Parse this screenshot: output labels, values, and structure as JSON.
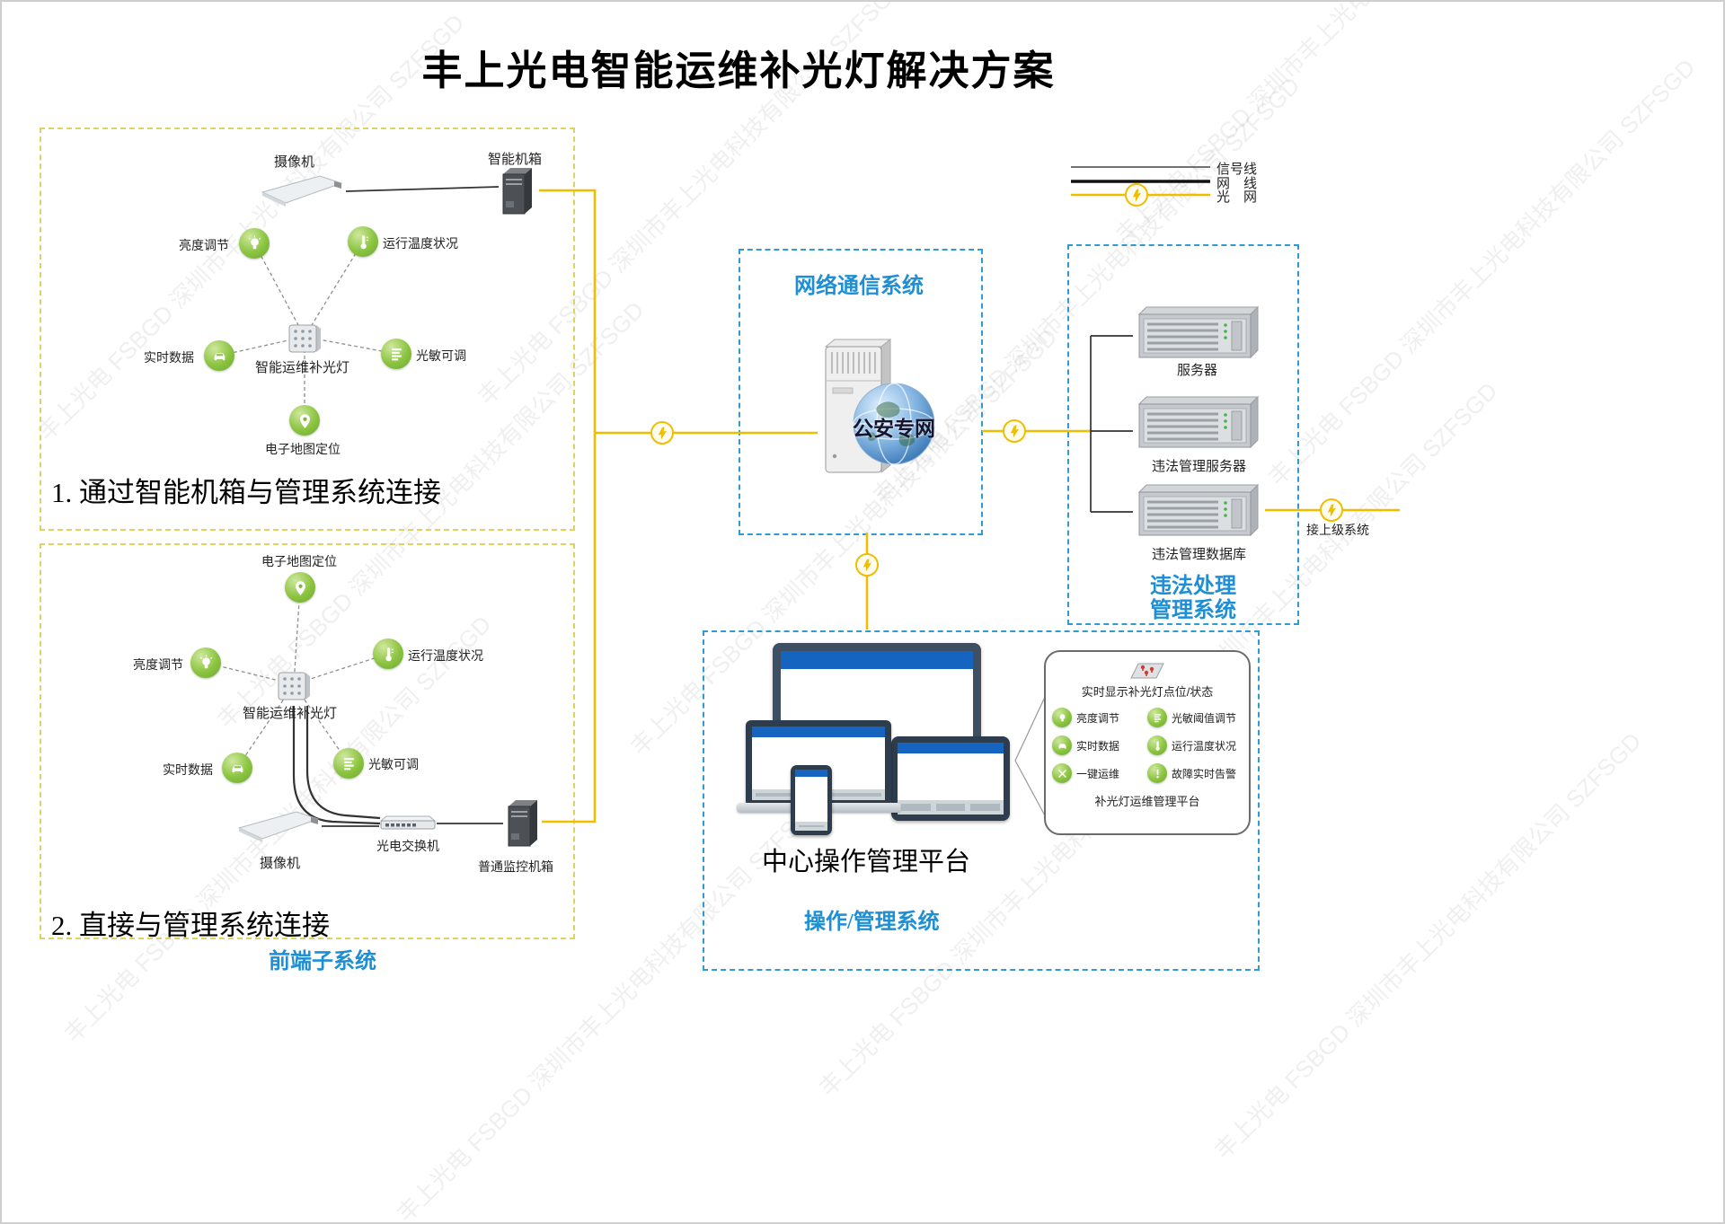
{
  "title": "丰上光电智能运维补光灯解决方案",
  "watermark": "丰上光电 FSBGD 深圳市丰上光电科技有限公司 SZFSGD",
  "legend": {
    "signal": "信号线",
    "network": "网　线",
    "optical": "光　网"
  },
  "section1": {
    "caption": "1. 通过智能机箱与管理系统连接",
    "camera": "摄像机",
    "cabinet": "智能机箱",
    "brightness": "亮度调节",
    "temperature": "运行温度状况",
    "realtime": "实时数据",
    "device": "智能运维补光灯",
    "photosensitive": "光敏可调",
    "map": "电子地图定位"
  },
  "section2": {
    "caption": "2. 直接与管理系统连接",
    "footer": "前端子系统",
    "map": "电子地图定位",
    "brightness": "亮度调节",
    "temperature": "运行温度状况",
    "device": "智能运维补光灯",
    "realtime": "实时数据",
    "photosensitive": "光敏可调",
    "camera": "摄像机",
    "switch": "光电交换机",
    "cabinet": "普通监控机箱"
  },
  "network": {
    "title": "网络通信系统",
    "core": "公安专网"
  },
  "violation": {
    "server1": "服务器",
    "server2": "违法管理服务器",
    "server3": "违法管理数据库",
    "title1": "违法处理",
    "title2": "管理系统",
    "uplink": "接上级系统"
  },
  "operation": {
    "platform": "中心操作管理平台",
    "title": "操作/管理系统",
    "panel": {
      "header": "实时显示补光灯点位/状态",
      "features": [
        {
          "icon": "bulb-icon",
          "label": "亮度调节"
        },
        {
          "icon": "bars-icon",
          "label": "光敏阈值调节"
        },
        {
          "icon": "car-icon",
          "label": "实时数据"
        },
        {
          "icon": "thermometer-icon",
          "label": "运行温度状况"
        },
        {
          "icon": "wrench-icon",
          "label": "一键运维"
        },
        {
          "icon": "alert-icon",
          "label": "故障实时告警"
        }
      ],
      "footer": "补光灯运维管理平台"
    }
  },
  "colors": {
    "accent_blue": "#1e8fd5",
    "line_yellow": "#f0bd00",
    "icon_green": "#8bc440"
  }
}
